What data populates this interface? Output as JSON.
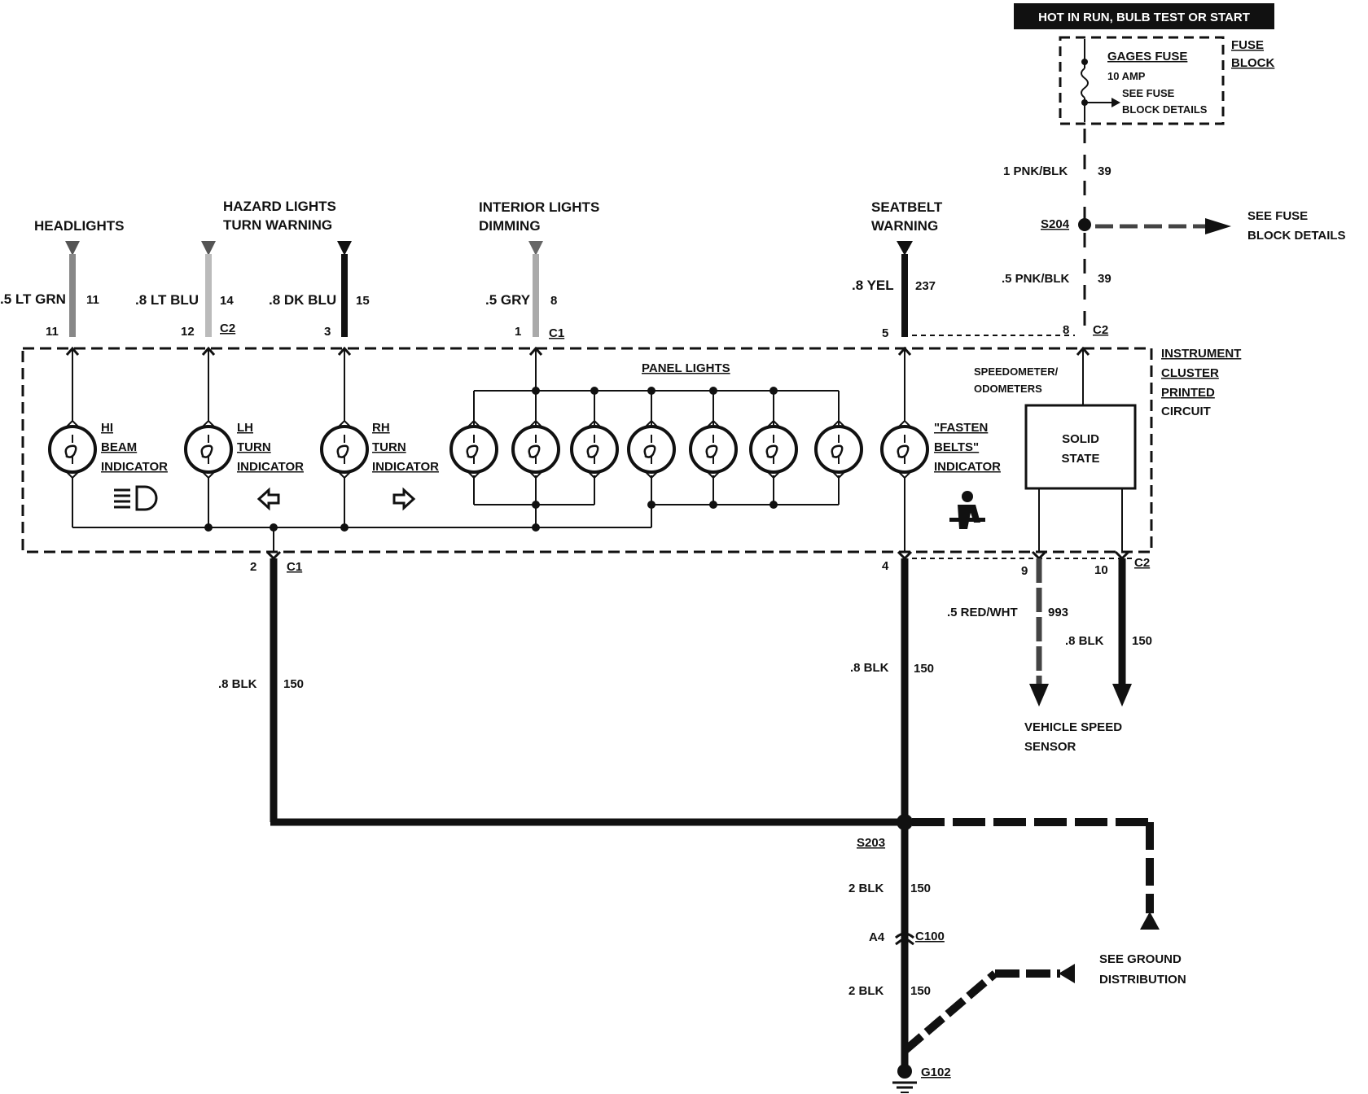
{
  "fuse_block": {
    "power_banner": "HOT IN RUN, BULB TEST OR START",
    "fuse_name": "GAGES FUSE",
    "fuse_rating": "10 AMP",
    "see_details_1": "SEE FUSE",
    "see_details_2": "BLOCK DETAILS",
    "block_label_1": "FUSE",
    "block_label_2": "BLOCK"
  },
  "splice_s204": {
    "name": "S204",
    "upper_wire": "1 PNK/BLK",
    "upper_circuit": "39",
    "lower_wire": ".5 PNK/BLK",
    "lower_circuit": "39",
    "see_1": "SEE FUSE",
    "see_2": "BLOCK DETAILS"
  },
  "inputs": {
    "headlights": {
      "title": "HEADLIGHTS",
      "wire": ".5 LT GRN",
      "circuit": "11",
      "pin": "11"
    },
    "hazard": {
      "title_1": "HAZARD LIGHTS",
      "title_2": "TURN WARNING",
      "wire_lh": ".8 LT BLU",
      "circuit_lh": "14",
      "pin_lh": "12",
      "connector": "C2",
      "wire_rh": ".8 DK BLU",
      "circuit_rh": "15",
      "pin_rh": "3"
    },
    "interior": {
      "title_1": "INTERIOR LIGHTS",
      "title_2": "DIMMING",
      "wire": ".5 GRY",
      "circuit": "8",
      "pin": "1",
      "connector": "C1"
    },
    "seatbelt": {
      "title_1": "SEATBELT",
      "title_2": "WARNING",
      "wire": ".8 YEL",
      "circuit": "237",
      "pin": "5"
    },
    "speedo_pin": {
      "pin": "8",
      "connector": "C2"
    }
  },
  "cluster": {
    "label_1": "INSTRUMENT",
    "label_2": "CLUSTER",
    "label_3": "PRINTED",
    "label_4": "CIRCUIT",
    "panel_lights": "PANEL LIGHTS",
    "speedo_1": "SPEEDOMETER/",
    "speedo_2": "ODOMETERS",
    "solid_1": "SOLID",
    "solid_2": "STATE",
    "hi_beam": [
      "HI",
      "BEAM",
      "INDICATOR"
    ],
    "lh_turn": [
      "LH",
      "TURN",
      "INDICATOR"
    ],
    "rh_turn": [
      "RH",
      "TURN",
      "INDICATOR"
    ],
    "fasten": [
      "\"FASTEN",
      "BELTS\"",
      "INDICATOR"
    ]
  },
  "outputs": {
    "c1_pin": "2",
    "c1_connector": "C1",
    "c1_wire": ".8 BLK",
    "c1_circuit": "150",
    "pin4": "4",
    "pin4_wire": ".8 BLK",
    "pin4_circuit": "150",
    "pin9": "9",
    "pin10": "10",
    "c2_connector": "C2",
    "vss_wire": ".5 RED/WHT",
    "vss_circuit": "993",
    "blk_wire": ".8 BLK",
    "blk_circuit": "150",
    "vss_1": "VEHICLE SPEED",
    "vss_2": "SENSOR"
  },
  "ground": {
    "s203": "S203",
    "wire_upper": "2 BLK",
    "circuit_upper": "150",
    "c100_pin": "A4",
    "c100": "C100",
    "wire_lower": "2 BLK",
    "circuit_lower": "150",
    "g102": "G102",
    "see_1": "SEE GROUND",
    "see_2": "DISTRIBUTION"
  }
}
